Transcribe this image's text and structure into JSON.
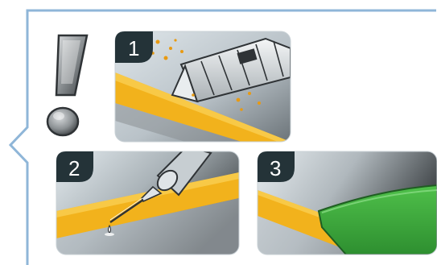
{
  "panels": [
    {
      "number": "1",
      "depicts": "cutter-blade"
    },
    {
      "number": "2",
      "depicts": "glue-nozzle-dispensing"
    },
    {
      "number": "3",
      "depicts": "green-piece-applied"
    }
  ],
  "warning": {
    "icon": "exclamation-icon"
  },
  "colors": {
    "frame": "#8fb6d8",
    "badge": "#243338",
    "yellow_band": "#f2b21c",
    "green_piece": "#3aa63a",
    "panel_light": "#dfe6ea",
    "panel_dark": "#4a4f53"
  }
}
